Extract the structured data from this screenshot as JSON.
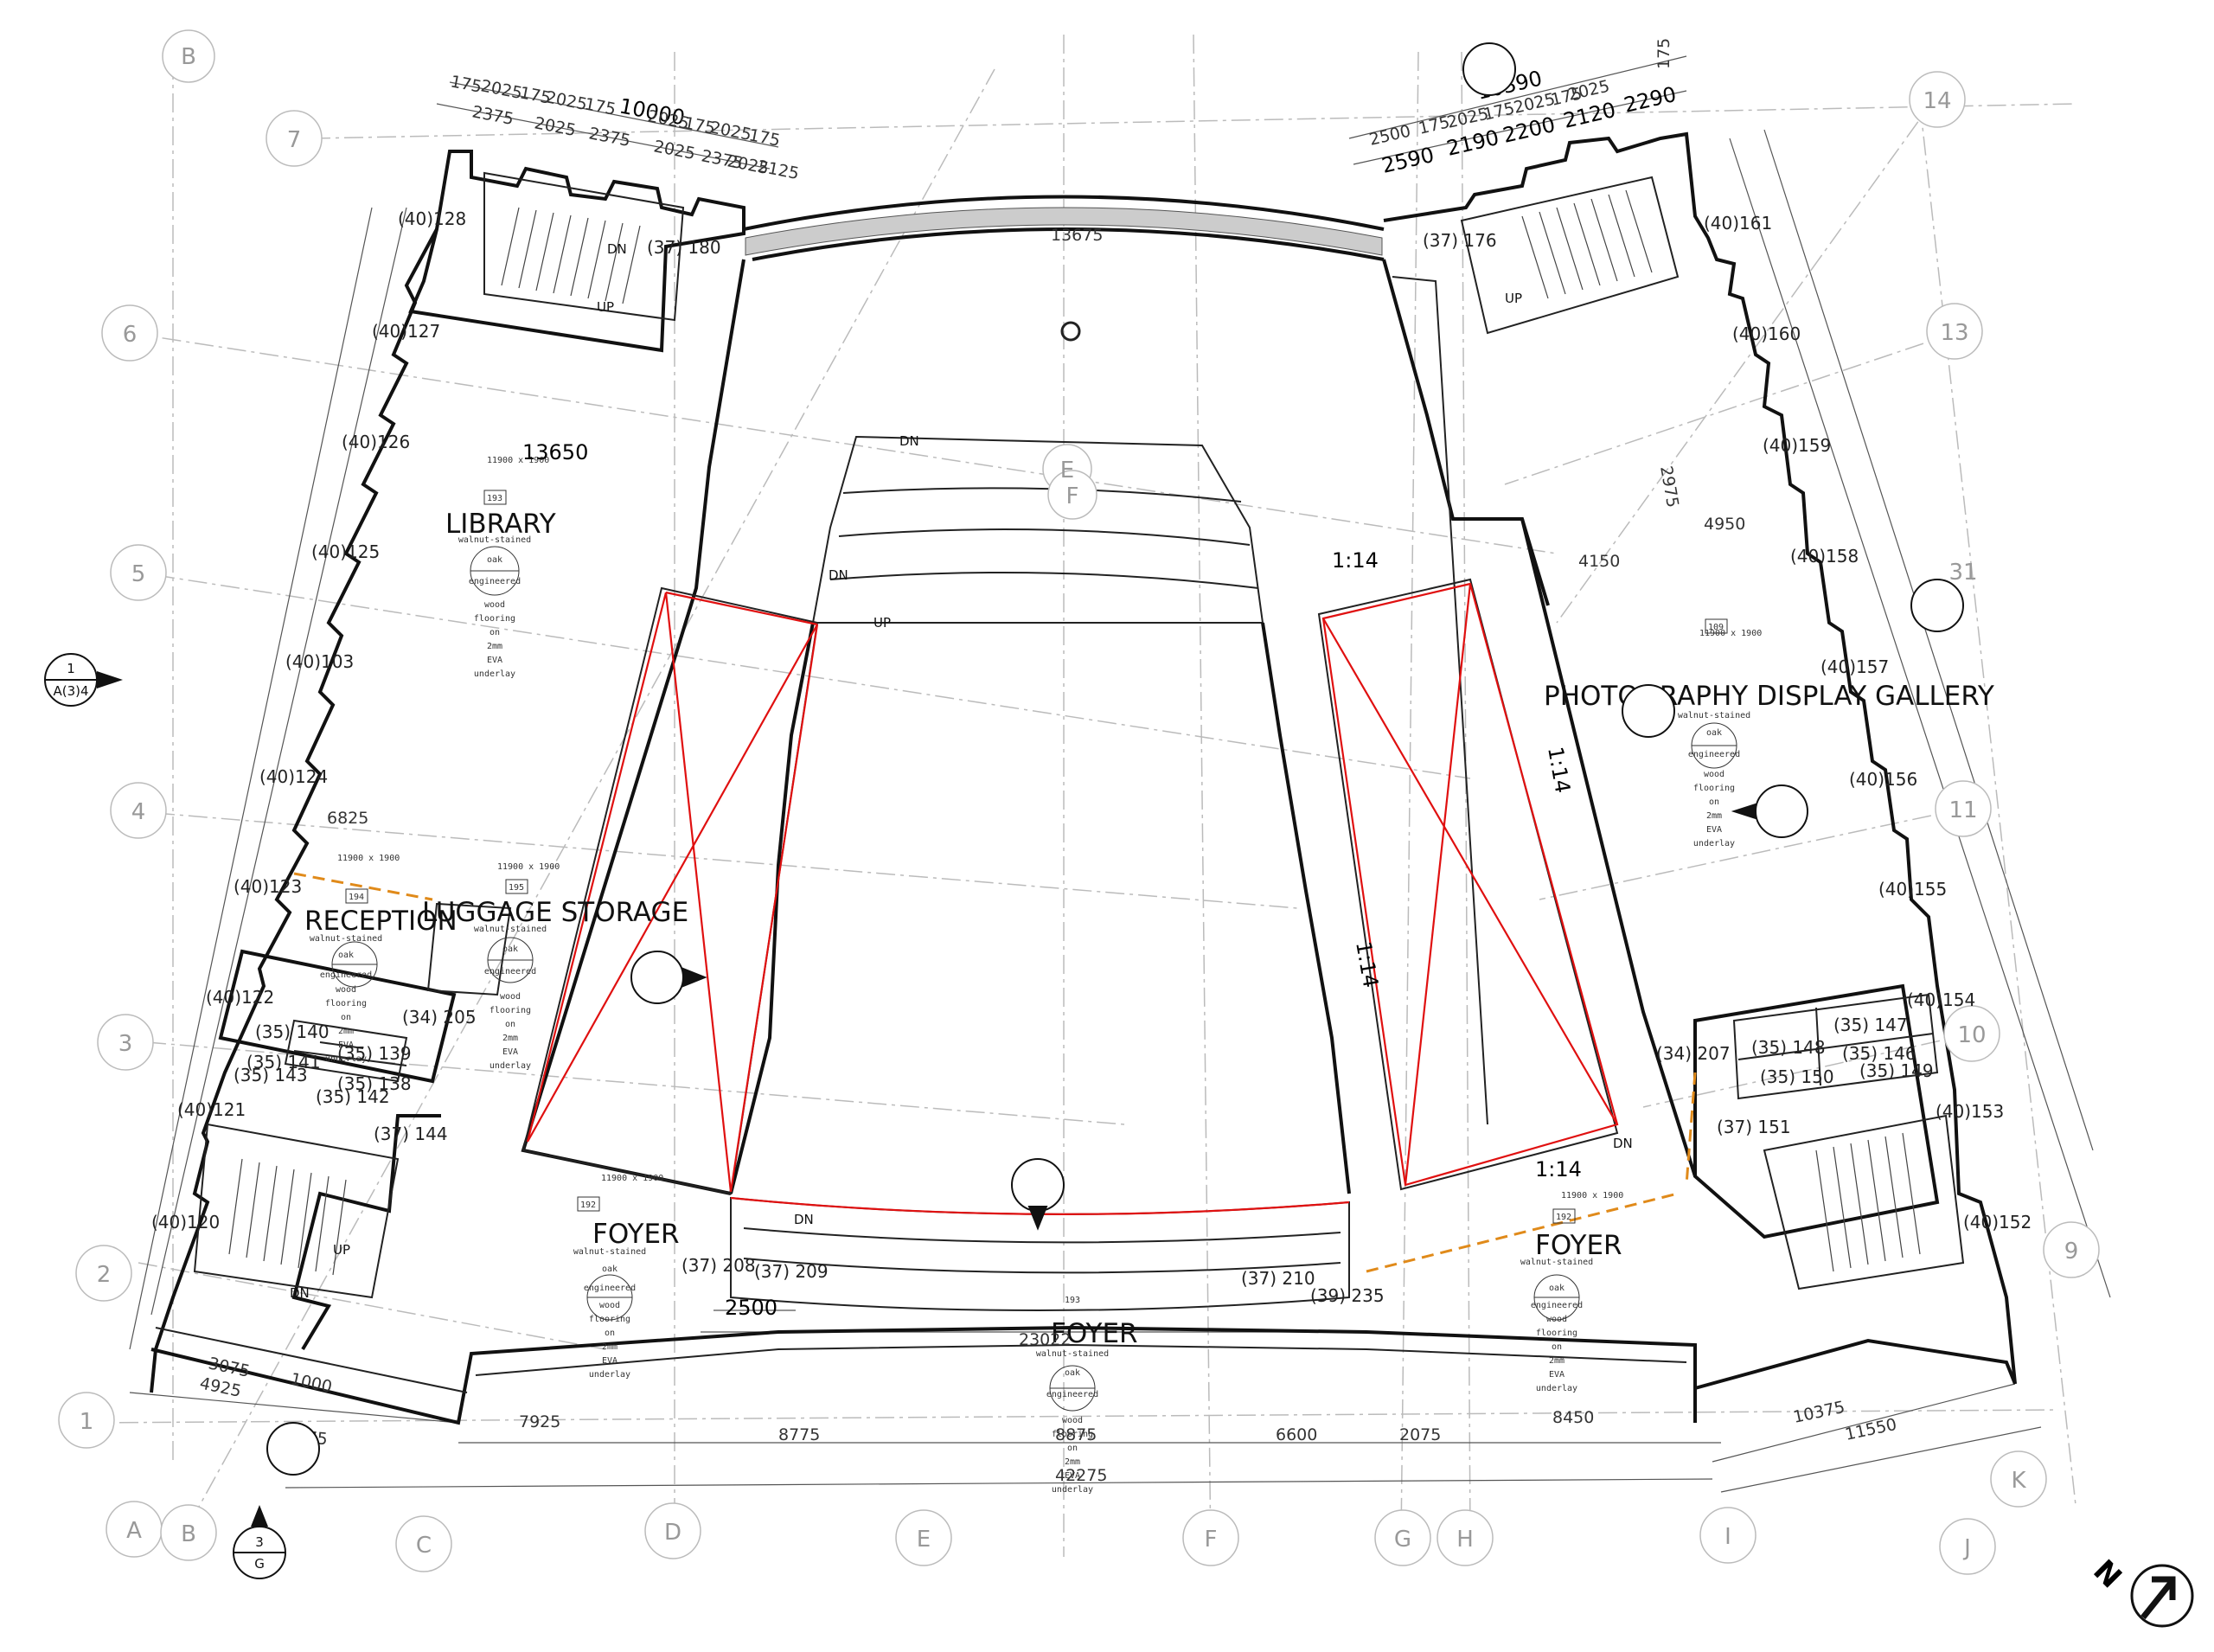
{
  "rooms": {
    "library": "LIBRARY",
    "reception": "RECEPTION",
    "luggage": "LUGGAGE STORAGE",
    "gallery": "PHOTOGRAPHY DISPLAY GALLERY",
    "foyer_left": "FOYER",
    "foyer_right": "FOYER",
    "foyer_center": "FOYER"
  },
  "finish_note": [
    "walnut-stained",
    "oak",
    "engineered",
    "wood",
    "flooring",
    "on",
    "2mm",
    "EVA",
    "underlay"
  ],
  "floor_tags": {
    "library": "193",
    "reception": "194",
    "luggage": "195",
    "gallery": "109",
    "foyer_left": "192",
    "foyer_right": "192",
    "foyer_center": "193"
  },
  "size_note": "11900 x 1900",
  "door_tags": [
    "(37) 180",
    "(37) 176",
    "(34) 205",
    "(37) 144",
    "(37) 208",
    "(37) 209",
    "(37) 210",
    "(39) 235",
    "(34) 207",
    "(37) 151",
    "(35) 140",
    "(35) 141",
    "(35) 139",
    "(35) 138",
    "(35) 142",
    "(35) 143",
    "(35) 148",
    "(35) 147",
    "(35) 146",
    "(35) 150",
    "(35) 149"
  ],
  "window_tags_left": [
    "(40)128",
    "(40)127",
    "(40)126",
    "(40)125",
    "(40)103",
    "(40)124",
    "(40)123",
    "(40)122",
    "(40)121",
    "(40)120"
  ],
  "window_tags_right": [
    "(40)161",
    "(40)160",
    "(40)159",
    "(40)158",
    "(40)157",
    "(40)156",
    "(40)155",
    "(40)154",
    "(40)153",
    "(40)152"
  ],
  "grid_numbers_left": [
    "7",
    "6",
    "5",
    "4",
    "3",
    "2",
    "1"
  ],
  "grid_numbers_right": [
    "14",
    "13",
    "31",
    "11",
    "10",
    "9"
  ],
  "grid_letters_bottom": [
    "A",
    "B",
    "C",
    "D",
    "E",
    "F",
    "G",
    "H",
    "I",
    "J",
    "K"
  ],
  "grid_letters_top": [
    "B",
    "E",
    "F"
  ],
  "top_dims_left": {
    "total": "10000",
    "row1": [
      "175",
      "2025",
      "175",
      "2025",
      "175",
      "2025",
      "175",
      "2025",
      "175"
    ],
    "row2": [
      "2375",
      "2025",
      "2375",
      "2025",
      "2375",
      "2025",
      "2125"
    ]
  },
  "top_dims_right": {
    "total": "10390",
    "row1": [
      "2500",
      "175",
      "2025",
      "175",
      "2025",
      "175",
      "2025",
      "175"
    ],
    "row2": [
      "2590",
      "2190",
      "2200",
      "2120",
      "2290"
    ]
  },
  "bottom_dims": {
    "row1": [
      "7925",
      "8775",
      "8875",
      "6600",
      "2075",
      "8450"
    ],
    "total": "42275",
    "left": [
      "11175",
      "4925",
      "3075",
      "1000"
    ],
    "right": [
      "10375",
      "11550"
    ]
  },
  "misc_dims": [
    "13675",
    "13650",
    "6825",
    "4150",
    "4950",
    "2975",
    "2500",
    "23022",
    "1:14",
    "1:14",
    "1:14",
    "1:14",
    "DN",
    "DN",
    "DN",
    "UP",
    "DN",
    "UP",
    "DN",
    "UP",
    "DN",
    "UP"
  ],
  "section_marks": [
    {
      "num": "1",
      "sheet": "A(3)4"
    },
    {
      "num": "3",
      "sheet": "G"
    }
  ],
  "north": "N"
}
